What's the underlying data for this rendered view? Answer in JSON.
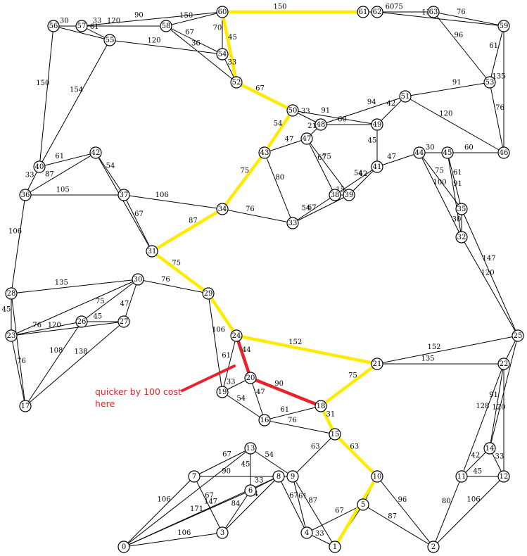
{
  "colors": {
    "edge": "#000000",
    "best_path": "#ffeb00",
    "improved_path": "#e8222a",
    "annotation": "#e8222a",
    "node_fill": "#ffffff"
  },
  "annotation": {
    "line1": "quicker by 100 cost",
    "line2": "here"
  },
  "nodes": [
    "0",
    "1",
    "2",
    "3",
    "4",
    "5",
    "6",
    "7",
    "8",
    "9",
    "10",
    "11",
    "12",
    "13",
    "14",
    "15",
    "16",
    "17",
    "18",
    "19",
    "20",
    "21",
    "22",
    "23",
    "24",
    "25",
    "26",
    "27",
    "28",
    "29",
    "30",
    "31",
    "32",
    "33",
    "34",
    "35",
    "36",
    "37",
    "38",
    "39",
    "40",
    "41",
    "42",
    "43",
    "44",
    "45",
    "46",
    "47",
    "48",
    "49",
    "50",
    "51",
    "52",
    "53",
    "54",
    "55",
    "56",
    "57",
    "58",
    "59",
    "60",
    "61",
    "62",
    "63"
  ],
  "edges": [
    {
      "from": "60",
      "to": "61",
      "weight": "150",
      "style": "best"
    },
    {
      "from": "60",
      "to": "52",
      "weight": "45",
      "style": "best"
    },
    {
      "from": "52",
      "to": "50",
      "weight": "67",
      "style": "best"
    },
    {
      "from": "50",
      "to": "43",
      "weight": "54",
      "style": "best"
    },
    {
      "from": "43",
      "to": "34",
      "weight": "75",
      "style": "best"
    },
    {
      "from": "34",
      "to": "31",
      "weight": "87",
      "style": "best"
    },
    {
      "from": "31",
      "to": "29",
      "weight": "75",
      "style": "best"
    },
    {
      "from": "29",
      "to": "24",
      "weight": "",
      "style": "best"
    },
    {
      "from": "24",
      "to": "21",
      "weight": "152",
      "style": "best"
    },
    {
      "from": "21",
      "to": "18",
      "weight": "75",
      "style": "best"
    },
    {
      "from": "18",
      "to": "15",
      "weight": "31",
      "style": "best"
    },
    {
      "from": "15",
      "to": "10",
      "weight": "63",
      "style": "best"
    },
    {
      "from": "10",
      "to": "1",
      "weight": "",
      "style": "best"
    },
    {
      "from": "24",
      "to": "20",
      "weight": "44",
      "style": "improved"
    },
    {
      "from": "20",
      "to": "18",
      "weight": "90",
      "style": "improved"
    },
    {
      "from": "56",
      "to": "57",
      "weight": "30",
      "style": "normal"
    },
    {
      "from": "57",
      "to": "60",
      "weight": "90",
      "style": "normal"
    },
    {
      "from": "58",
      "to": "60",
      "weight": "150",
      "style": "normal"
    },
    {
      "from": "57",
      "to": "58",
      "weight": "120",
      "style": "normal"
    },
    {
      "from": "56",
      "to": "58",
      "weight": "33",
      "style": "normal"
    },
    {
      "from": "57",
      "to": "55",
      "weight": "61",
      "style": "normal"
    },
    {
      "from": "56",
      "to": "55",
      "weight": "",
      "style": "normal"
    },
    {
      "from": "55",
      "to": "54",
      "weight": "120",
      "style": "normal"
    },
    {
      "from": "58",
      "to": "54",
      "weight": "67",
      "style": "normal"
    },
    {
      "from": "58",
      "to": "52",
      "weight": "36",
      "style": "normal"
    },
    {
      "from": "60",
      "to": "54",
      "weight": "70",
      "style": "normal"
    },
    {
      "from": "54",
      "to": "52",
      "weight": "33",
      "style": "normal"
    },
    {
      "from": "56",
      "to": "40",
      "weight": "150",
      "style": "normal"
    },
    {
      "from": "55",
      "to": "40",
      "weight": "154",
      "style": "normal"
    },
    {
      "from": "61",
      "to": "63",
      "weight": "60",
      "style": "normal"
    },
    {
      "from": "62",
      "to": "63",
      "weight": "75",
      "style": "normal"
    },
    {
      "from": "62",
      "to": "59",
      "weight": "135",
      "style": "normal"
    },
    {
      "from": "63",
      "to": "59",
      "weight": "76",
      "style": "normal"
    },
    {
      "from": "63",
      "to": "53",
      "weight": "96",
      "style": "normal"
    },
    {
      "from": "59",
      "to": "53",
      "weight": "61",
      "style": "normal"
    },
    {
      "from": "59",
      "to": "46",
      "weight": "135",
      "style": "normal"
    },
    {
      "from": "53",
      "to": "46",
      "weight": "76",
      "style": "normal"
    },
    {
      "from": "53",
      "to": "51",
      "weight": "91",
      "style": "normal"
    },
    {
      "from": "51",
      "to": "46",
      "weight": "120",
      "style": "normal"
    },
    {
      "from": "51",
      "to": "48",
      "weight": "94",
      "style": "normal"
    },
    {
      "from": "51",
      "to": "49",
      "weight": "42",
      "style": "normal"
    },
    {
      "from": "50",
      "to": "48",
      "weight": "33",
      "style": "normal"
    },
    {
      "from": "50",
      "to": "49",
      "weight": "91",
      "style": "normal"
    },
    {
      "from": "48",
      "to": "49",
      "weight": "60",
      "style": "normal"
    },
    {
      "from": "48",
      "to": "47",
      "weight": "21",
      "style": "normal"
    },
    {
      "from": "47",
      "to": "43",
      "weight": "47",
      "style": "normal"
    },
    {
      "from": "47",
      "to": "38",
      "weight": "67",
      "style": "normal"
    },
    {
      "from": "47",
      "to": "39",
      "weight": "75",
      "style": "normal"
    },
    {
      "from": "49",
      "to": "41",
      "weight": "45",
      "style": "normal"
    },
    {
      "from": "41",
      "to": "38",
      "weight": "54",
      "style": "normal"
    },
    {
      "from": "41",
      "to": "39",
      "weight": "42",
      "style": "normal"
    },
    {
      "from": "41",
      "to": "44",
      "weight": "47",
      "style": "normal"
    },
    {
      "from": "38",
      "to": "39",
      "weight": "15",
      "style": "normal"
    },
    {
      "from": "43",
      "to": "33",
      "weight": "80",
      "style": "normal"
    },
    {
      "from": "33",
      "to": "38",
      "weight": "54",
      "style": "normal"
    },
    {
      "from": "33",
      "to": "39",
      "weight": "67",
      "style": "normal"
    },
    {
      "from": "34",
      "to": "33",
      "weight": "76",
      "style": "normal"
    },
    {
      "from": "44",
      "to": "45",
      "weight": "30",
      "style": "normal"
    },
    {
      "from": "45",
      "to": "46",
      "weight": "60",
      "style": "normal"
    },
    {
      "from": "44",
      "to": "32",
      "weight": "100",
      "style": "normal"
    },
    {
      "from": "44",
      "to": "35",
      "weight": "75",
      "style": "normal"
    },
    {
      "from": "45",
      "to": "35",
      "weight": "61",
      "style": "normal"
    },
    {
      "from": "45",
      "to": "32",
      "weight": "91",
      "style": "normal"
    },
    {
      "from": "35",
      "to": "32",
      "weight": "30",
      "style": "normal"
    },
    {
      "from": "35",
      "to": "25",
      "weight": "147",
      "style": "normal"
    },
    {
      "from": "32",
      "to": "25",
      "weight": "120",
      "style": "normal"
    },
    {
      "from": "40",
      "to": "42",
      "weight": "61",
      "style": "normal"
    },
    {
      "from": "40",
      "to": "36",
      "weight": "33",
      "style": "normal"
    },
    {
      "from": "36",
      "to": "42",
      "weight": "87",
      "style": "normal"
    },
    {
      "from": "42",
      "to": "37",
      "weight": "54",
      "style": "normal"
    },
    {
      "from": "42",
      "to": "31",
      "weight": "",
      "style": "normal"
    },
    {
      "from": "36",
      "to": "37",
      "weight": "105",
      "style": "normal"
    },
    {
      "from": "37",
      "to": "34",
      "weight": "106",
      "style": "normal"
    },
    {
      "from": "37",
      "to": "31",
      "weight": "67",
      "style": "normal"
    },
    {
      "from": "36",
      "to": "28",
      "weight": "106",
      "style": "normal"
    },
    {
      "from": "28",
      "to": "30",
      "weight": "135",
      "style": "normal"
    },
    {
      "from": "30",
      "to": "29",
      "weight": "76",
      "style": "normal"
    },
    {
      "from": "28",
      "to": "23",
      "weight": "45",
      "style": "normal"
    },
    {
      "from": "28",
      "to": "17",
      "weight": "",
      "style": "normal"
    },
    {
      "from": "23",
      "to": "17",
      "weight": "76",
      "style": "normal"
    },
    {
      "from": "23",
      "to": "26",
      "weight": "76",
      "style": "normal"
    },
    {
      "from": "23",
      "to": "27",
      "weight": "120",
      "style": "normal"
    },
    {
      "from": "23",
      "to": "30",
      "weight": "",
      "style": "normal"
    },
    {
      "from": "26",
      "to": "27",
      "weight": "45",
      "style": "normal"
    },
    {
      "from": "26",
      "to": "30",
      "weight": "75",
      "style": "normal"
    },
    {
      "from": "27",
      "to": "30",
      "weight": "47",
      "style": "normal"
    },
    {
      "from": "26",
      "to": "17",
      "weight": "108",
      "style": "normal"
    },
    {
      "from": "27",
      "to": "17",
      "weight": "138",
      "style": "normal"
    },
    {
      "from": "29",
      "to": "19",
      "weight": "106",
      "style": "normal"
    },
    {
      "from": "24",
      "to": "19",
      "weight": "61",
      "style": "normal"
    },
    {
      "from": "19",
      "to": "20",
      "weight": "33",
      "style": "normal"
    },
    {
      "from": "19",
      "to": "16",
      "weight": "54",
      "style": "normal"
    },
    {
      "from": "20",
      "to": "16",
      "weight": "47",
      "style": "normal"
    },
    {
      "from": "16",
      "to": "18",
      "weight": "61",
      "style": "normal"
    },
    {
      "from": "16",
      "to": "15",
      "weight": "76",
      "style": "normal"
    },
    {
      "from": "21",
      "to": "22",
      "weight": "135",
      "style": "normal"
    },
    {
      "from": "21",
      "to": "25",
      "weight": "152",
      "style": "normal"
    },
    {
      "from": "25",
      "to": "22",
      "weight": "",
      "style": "normal"
    },
    {
      "from": "25",
      "to": "14",
      "weight": "",
      "style": "normal"
    },
    {
      "from": "22",
      "to": "14",
      "weight": "91",
      "style": "normal"
    },
    {
      "from": "22",
      "to": "11",
      "weight": "128",
      "style": "normal"
    },
    {
      "from": "22",
      "to": "12",
      "weight": "120",
      "style": "normal"
    },
    {
      "from": "14",
      "to": "11",
      "weight": "42",
      "style": "normal"
    },
    {
      "from": "14",
      "to": "12",
      "weight": "33",
      "style": "normal"
    },
    {
      "from": "11",
      "to": "12",
      "weight": "45",
      "style": "normal"
    },
    {
      "from": "11",
      "to": "2",
      "weight": "80",
      "style": "normal"
    },
    {
      "from": "12",
      "to": "2",
      "weight": "106",
      "style": "normal"
    },
    {
      "from": "10",
      "to": "2",
      "weight": "96",
      "style": "normal"
    },
    {
      "from": "5",
      "to": "2",
      "weight": "87",
      "style": "normal"
    },
    {
      "from": "10",
      "to": "5",
      "weight": "",
      "style": "normal"
    },
    {
      "from": "5",
      "to": "1",
      "weight": "",
      "style": "normal"
    },
    {
      "from": "5",
      "to": "4",
      "weight": "67",
      "style": "normal"
    },
    {
      "from": "4",
      "to": "1",
      "weight": "33",
      "style": "normal"
    },
    {
      "from": "15",
      "to": "9",
      "weight": "63",
      "style": "normal"
    },
    {
      "from": "9",
      "to": "4",
      "weight": "61",
      "style": "normal"
    },
    {
      "from": "9",
      "to": "1",
      "weight": "87",
      "style": "normal"
    },
    {
      "from": "8",
      "to": "4",
      "weight": "67",
      "style": "normal"
    },
    {
      "from": "8",
      "to": "9",
      "weight": "",
      "style": "normal"
    },
    {
      "from": "13",
      "to": "9",
      "weight": "54",
      "style": "normal"
    },
    {
      "from": "13",
      "to": "6",
      "weight": "45",
      "style": "normal"
    },
    {
      "from": "13",
      "to": "7",
      "weight": "67",
      "style": "normal"
    },
    {
      "from": "13",
      "to": "0",
      "weight": "",
      "style": "normal"
    },
    {
      "from": "7",
      "to": "8",
      "weight": "90",
      "style": "normal"
    },
    {
      "from": "6",
      "to": "8",
      "weight": "33",
      "style": "normal"
    },
    {
      "from": "7",
      "to": "3",
      "weight": "67",
      "style": "normal"
    },
    {
      "from": "7",
      "to": "0",
      "weight": "106",
      "style": "normal"
    },
    {
      "from": "6",
      "to": "3",
      "weight": "84",
      "style": "normal"
    },
    {
      "from": "8",
      "to": "3",
      "weight": "54",
      "style": "normal"
    },
    {
      "from": "6",
      "to": "0",
      "weight": "171",
      "style": "normal"
    },
    {
      "from": "8",
      "to": "0",
      "weight": "147",
      "style": "normal"
    },
    {
      "from": "3",
      "to": "0",
      "weight": "106",
      "style": "normal"
    }
  ]
}
